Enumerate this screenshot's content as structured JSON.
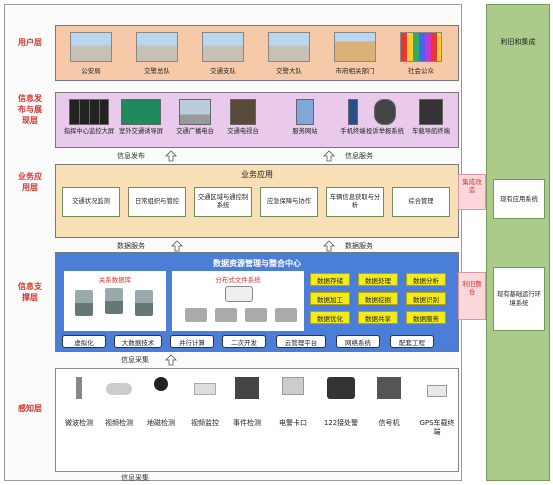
{
  "layers": {
    "user": "用户层",
    "info": "信息发布与展现层",
    "biz": "业务应用层",
    "data": "信息支撑层",
    "perception": "感知层"
  },
  "user_items": [
    "公安局",
    "交警总队",
    "交通支队",
    "交警大队",
    "市府相关部门",
    "社会公众"
  ],
  "info_items": [
    "指挥中心监控大屏",
    "室外交通诱导屏",
    "交通广播电台",
    "交通电视台",
    "服务网站",
    "手机终端",
    "投诉举报系统",
    "车载导航终端"
  ],
  "biz": {
    "title": "业务应用",
    "boxes": [
      "交通状况监测",
      "日常组织与管控",
      "交通区域与通控制系统",
      "应急保障与协作",
      "车辆信息获取与分析",
      "综合管理"
    ]
  },
  "data": {
    "title": "数据资源管理与整合中心",
    "relational": "关系数据库",
    "distributed": "分布式文件系统",
    "services": [
      "数据存储",
      "数据处理",
      "数据分析",
      "数据加工",
      "数据挖掘",
      "数据识别",
      "数据优化",
      "数据共享",
      "数据服务"
    ],
    "tech": [
      "虚拟化",
      "大数据技术",
      "并行计算",
      "二次开发",
      "云管理平台",
      "网络系统",
      "配套工程"
    ]
  },
  "perception_items": [
    "微波检测",
    "视频检测",
    "地磁检测",
    "视频监控",
    "事件检测",
    "电警卡口",
    "122接处警",
    "信号机",
    "GPS车载终端"
  ],
  "flows": {
    "info_publish": "信息发布",
    "info_service": "信息服务",
    "data_service_left": "数据服务",
    "data_service_right": "数据服务",
    "collect_top": "信息采集",
    "collect_bottom": "信息采集"
  },
  "right_panel": {
    "title": "利旧和集成",
    "box_top": "现有应用系统",
    "box_bottom": "现有基础运行环境系统",
    "arrow_top": "集成改造",
    "arrow_bottom": "利旧整合"
  },
  "colors": {
    "user_band": "#f6caa9",
    "info_band": "#e9c9ec",
    "biz_band": "#f9dfb6",
    "data_band": "#4b7ed6",
    "right_panel": "#aacb8a",
    "label_red": "#d2372f",
    "service_yellow": "#f2ea1c"
  }
}
